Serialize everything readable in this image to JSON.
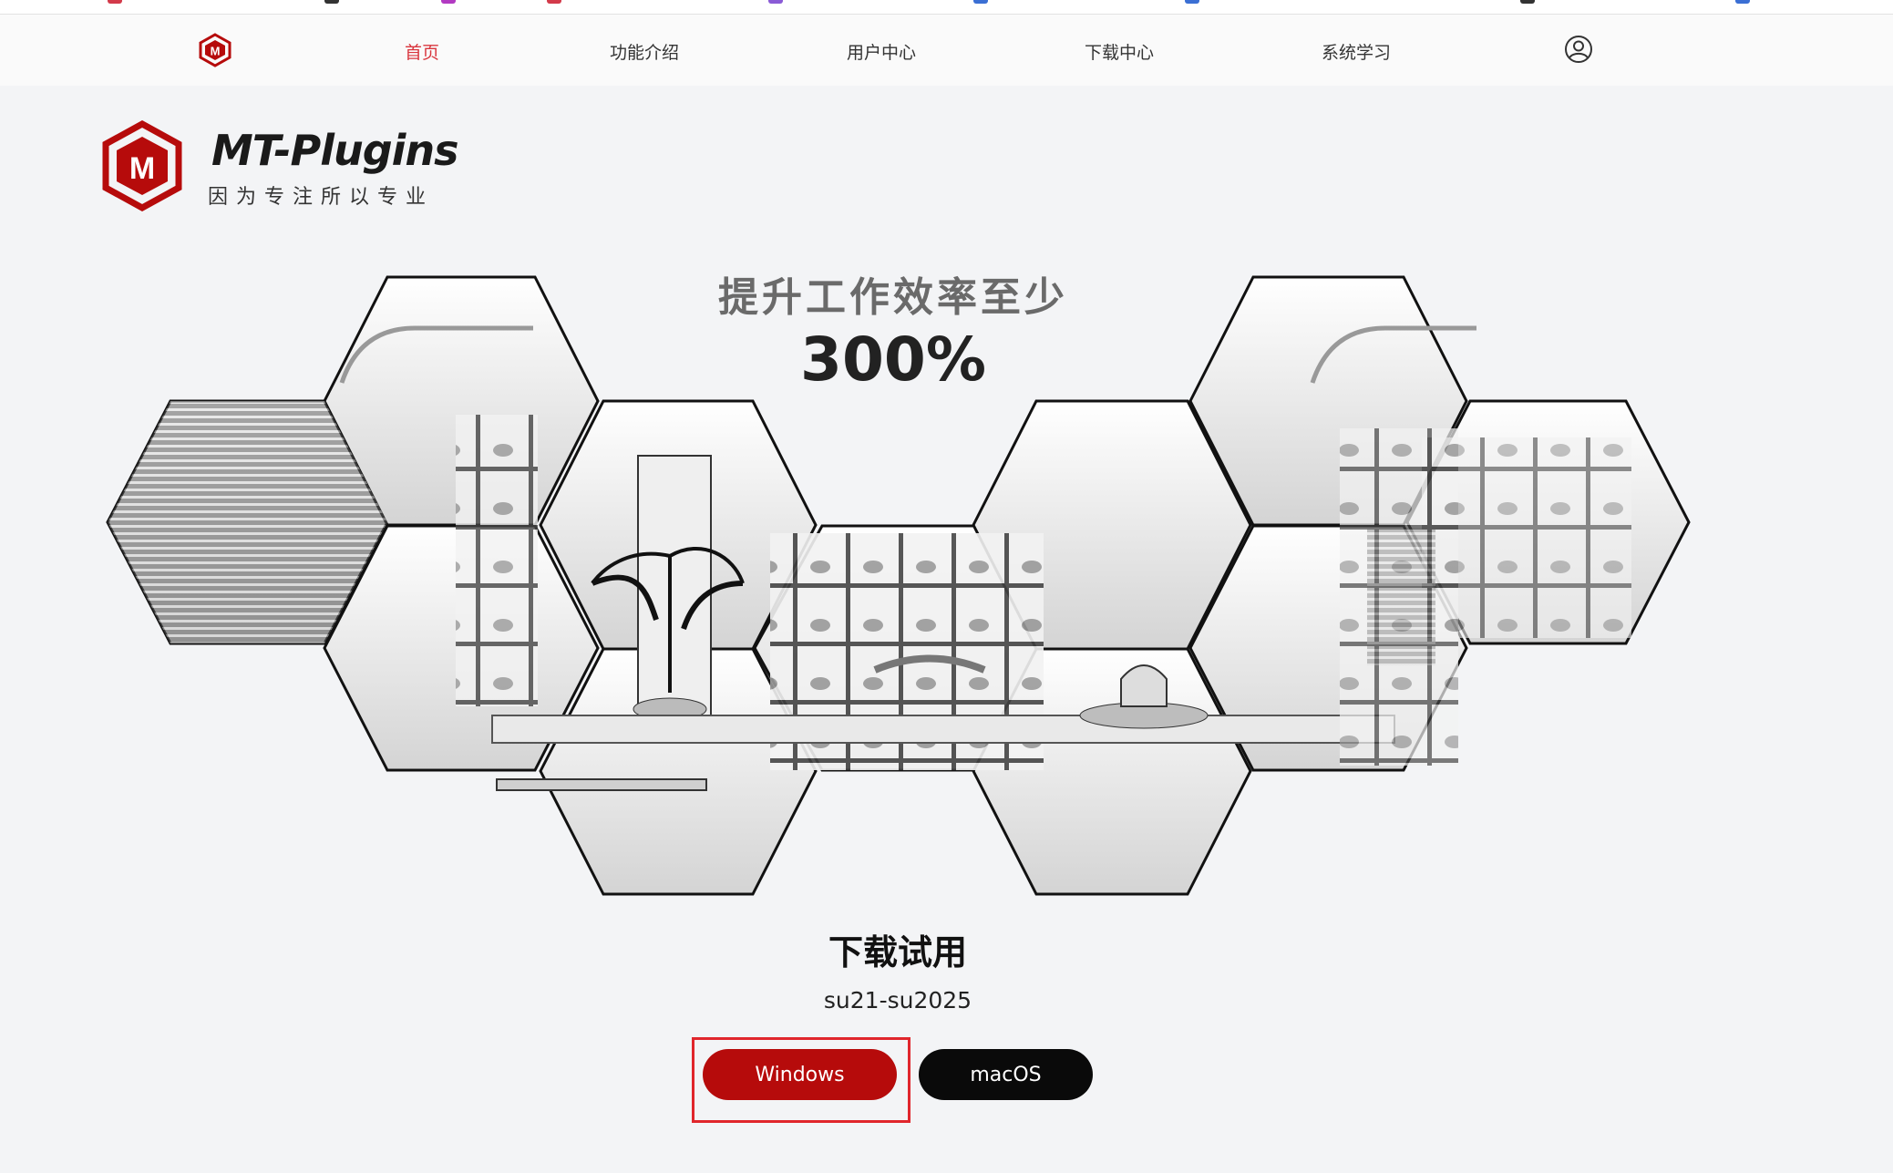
{
  "nav": {
    "items": [
      {
        "label": "首页",
        "active": true
      },
      {
        "label": "功能介绍",
        "active": false
      },
      {
        "label": "用户中心",
        "active": false
      },
      {
        "label": "下载中心",
        "active": false
      },
      {
        "label": "系统学习",
        "active": false
      }
    ]
  },
  "brand": {
    "name": "MT-Plugins",
    "tagline": "因为专注所以专业"
  },
  "hero": {
    "headline": "提升工作效率至少",
    "stat": "300%"
  },
  "download": {
    "title": "下载试用",
    "versions": "su21-su2025",
    "windows_label": "Windows",
    "mac_label": "macOS"
  },
  "colors": {
    "brand_red": "#b60b0b",
    "active_nav": "#d9363e",
    "mac_button": "#0a0a0a",
    "highlight": "#e0262c"
  },
  "icons": {
    "logo": "m-hexagon-logo-icon",
    "user": "user-circle-icon"
  }
}
